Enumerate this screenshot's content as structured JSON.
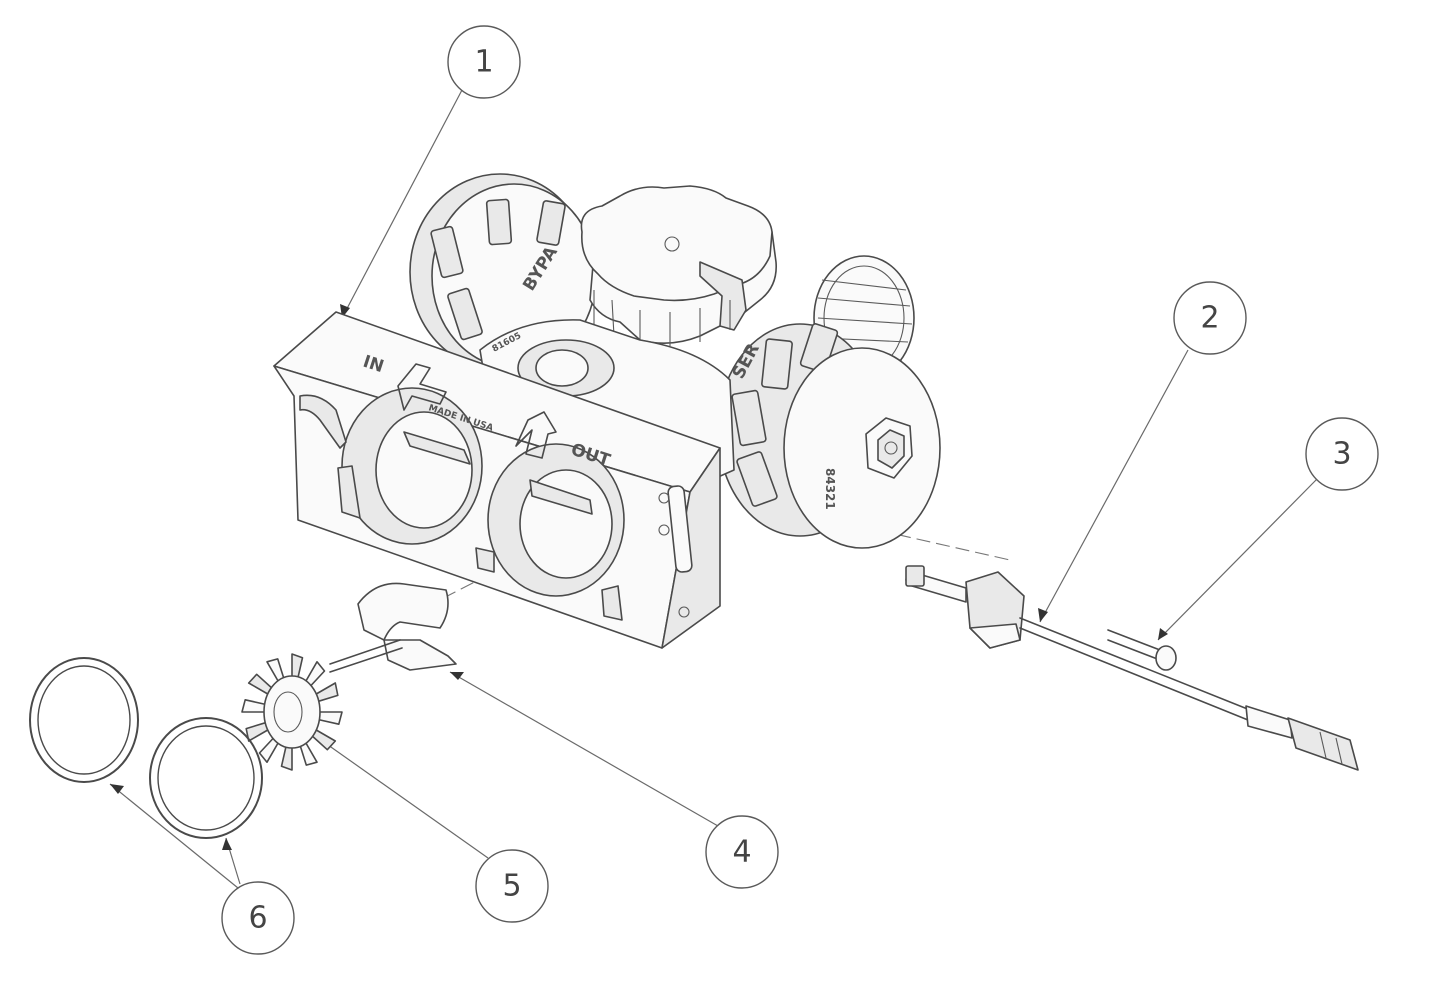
{
  "figure": {
    "callouts": [
      {
        "id": "1",
        "label": "1"
      },
      {
        "id": "2",
        "label": "2"
      },
      {
        "id": "3",
        "label": "3"
      },
      {
        "id": "4",
        "label": "4"
      },
      {
        "id": "5",
        "label": "5"
      },
      {
        "id": "6",
        "label": "6"
      }
    ],
    "part_markings": {
      "in": "IN",
      "out": "OUT",
      "made_in": "MADE IN USA",
      "bypass": "BYPA",
      "service": "SER",
      "cap_number": "84321",
      "small_number": "81605"
    }
  },
  "colors": {
    "line": "#4a4a4a",
    "paper": "#ffffff",
    "shade": "#e9e9e9"
  }
}
